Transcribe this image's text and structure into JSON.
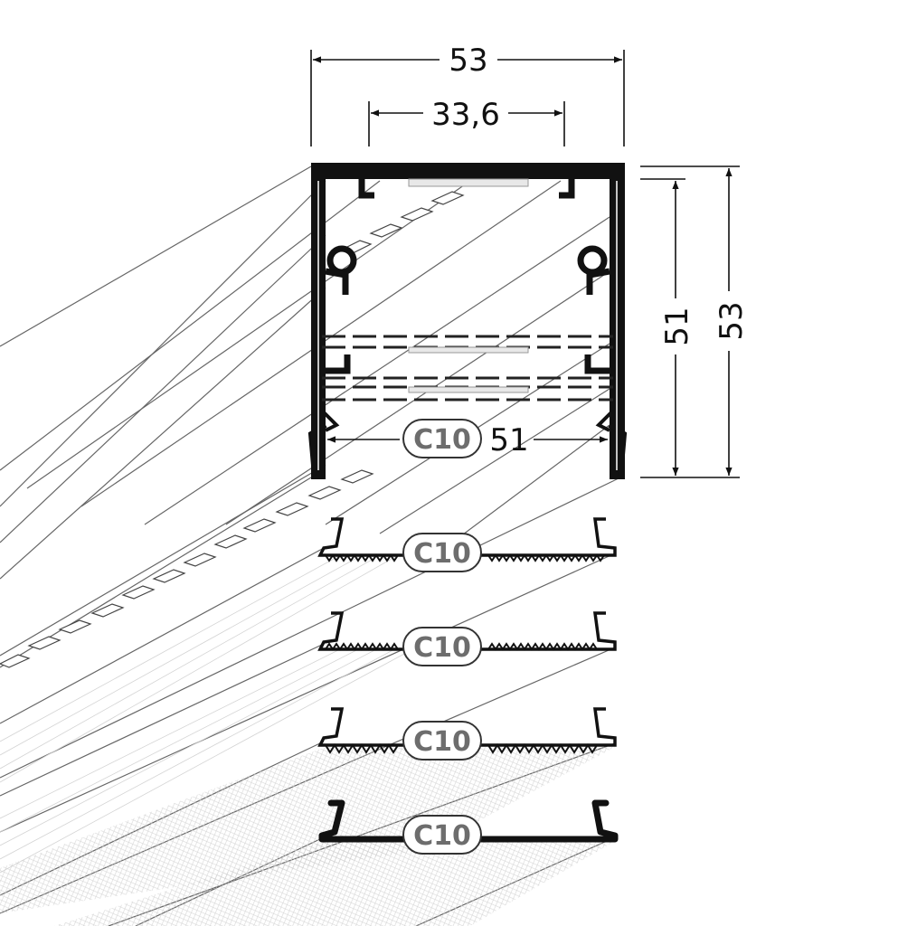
{
  "dimensions": {
    "outer_width": "53",
    "inner_width": "33,6",
    "inner_height": "51",
    "outer_height": "53",
    "inner_span": "51"
  },
  "covers": [
    {
      "label": "C10",
      "style": "serrated-light"
    },
    {
      "label": "C10",
      "style": "serrated-light"
    },
    {
      "label": "C10",
      "style": "serrated-light"
    },
    {
      "label": "C10",
      "style": "serrated-light"
    },
    {
      "label": "C10",
      "style": "solid-dark"
    }
  ],
  "colors": {
    "line": "#111111",
    "label_text": "#6d6d6d",
    "badge_fill": "#ffffff",
    "perspective": "#555555",
    "texture": "#cccccc"
  }
}
